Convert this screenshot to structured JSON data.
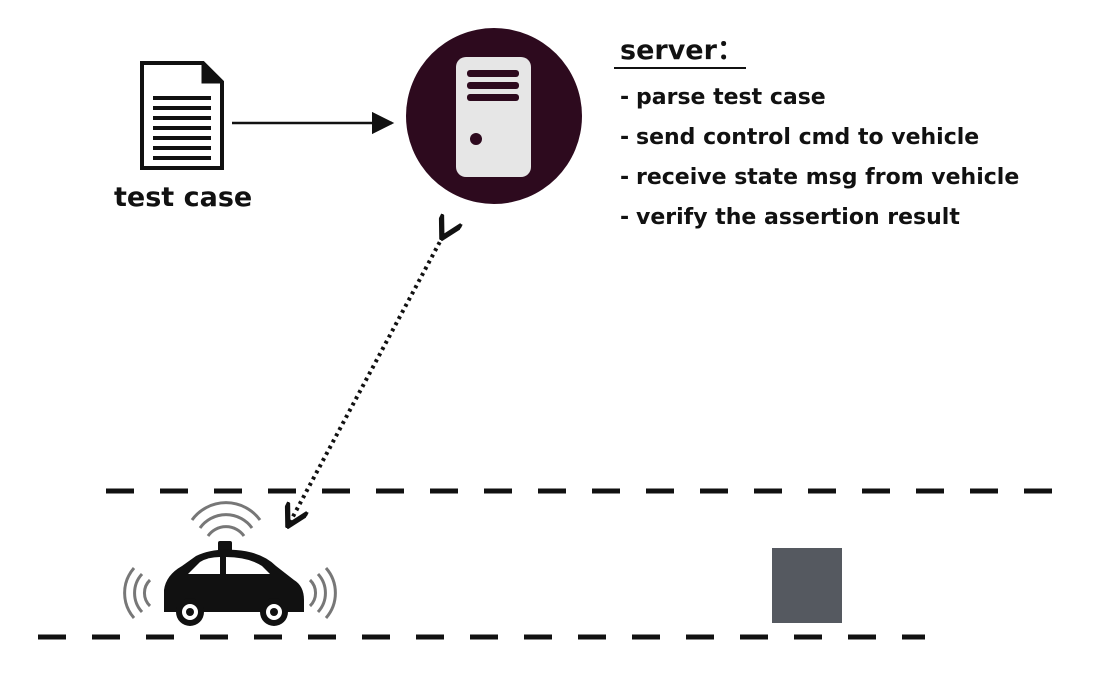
{
  "document": {
    "label": "test case",
    "icon": "document-icon"
  },
  "server": {
    "title": "server：",
    "icon": "server-tower-icon",
    "circle_color": "#2d0a1e",
    "tower_color": "#e6e6e6",
    "tasks": [
      "parse test case",
      "send control cmd to vehicle",
      "receive state msg from vehicle",
      "verify the assertion result"
    ]
  },
  "vehicle": {
    "icon": "autonomous-car-icon",
    "signal_icon": "wireless-signal-icon"
  },
  "obstacle": {
    "color": "#555960"
  },
  "road": {
    "lane_color": "#111111"
  }
}
